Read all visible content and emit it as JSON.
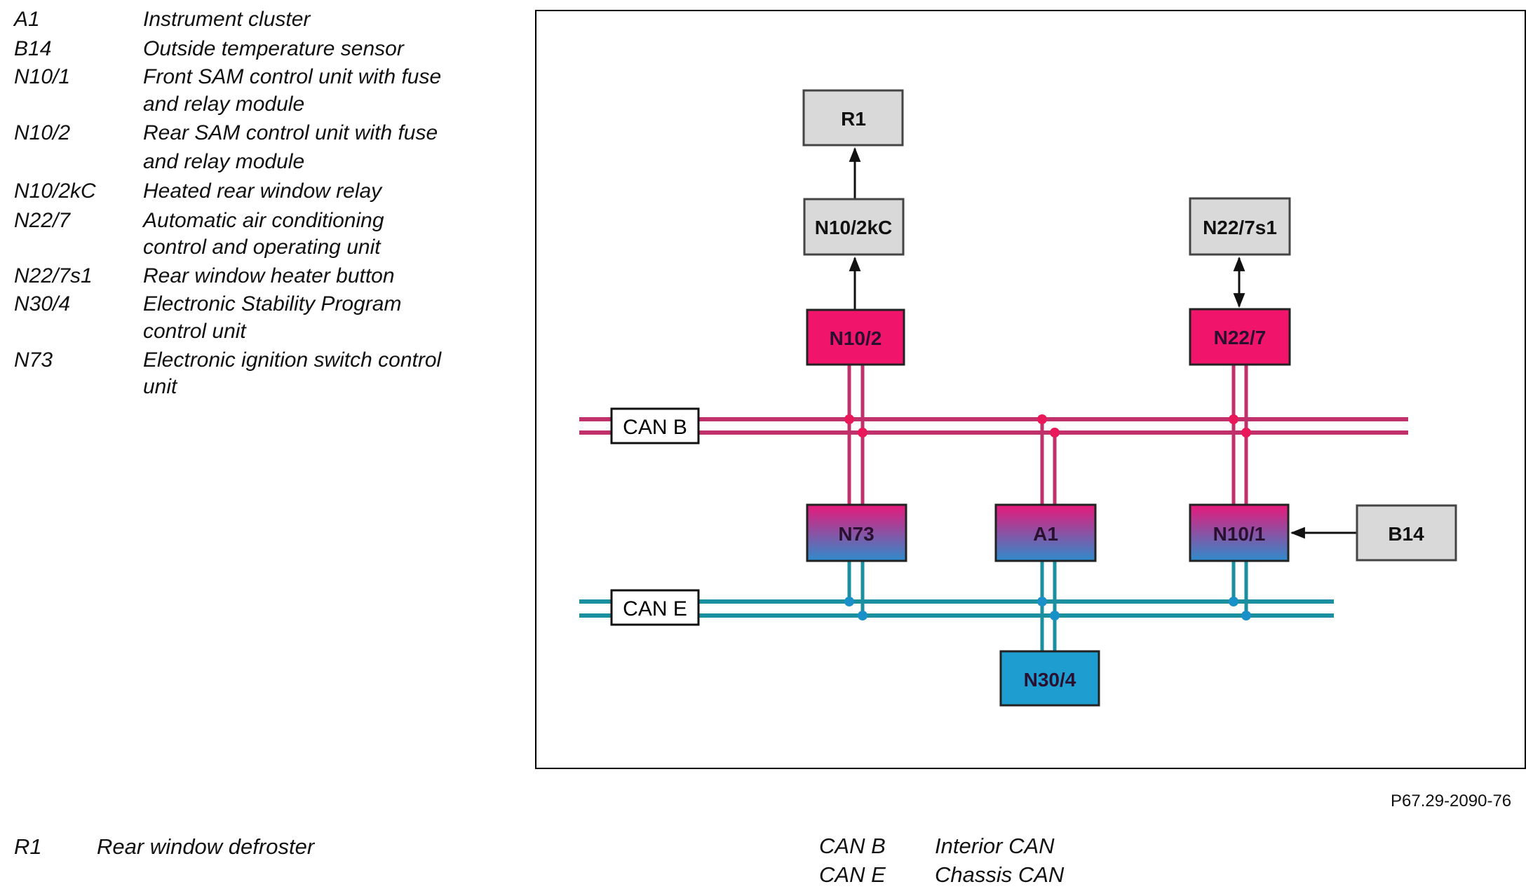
{
  "legend_top": [
    {
      "code": "A1",
      "lines": [
        "Instrument cluster"
      ]
    },
    {
      "code": "B14",
      "lines": [
        "Outside temperature sensor"
      ]
    },
    {
      "code": "N10/1",
      "lines": [
        "Front SAM control unit with fuse",
        "and relay module"
      ]
    },
    {
      "code": "N10/2",
      "lines": [
        "Rear SAM control unit with fuse",
        "and relay module"
      ]
    },
    {
      "code": "N10/2kC",
      "lines": [
        "Heated rear window relay"
      ]
    },
    {
      "code": "N22/7",
      "lines": [
        "Automatic air conditioning",
        "control and operating unit"
      ]
    },
    {
      "code": "N22/7s1",
      "lines": [
        "Rear window heater button"
      ]
    },
    {
      "code": "N30/4",
      "lines": [
        "Electronic Stability Program",
        "control unit"
      ]
    },
    {
      "code": "N73",
      "lines": [
        "Electronic ignition switch control",
        "unit"
      ]
    }
  ],
  "diagram": {
    "colors": {
      "can_b": "#c0306a",
      "can_b_dot": "#e8185a",
      "can_e": "#1a8fa0",
      "can_e_dot": "#1a90c8",
      "node_gray": "#d9d9d9",
      "node_pink": "#f0146a",
      "node_grad_top": "#e8187a",
      "node_grad_bottom": "#2e8ccc",
      "node_blue": "#1e9ed0",
      "border": "#222222"
    },
    "buses": {
      "can_b_label": "CAN B",
      "can_e_label": "CAN E"
    },
    "nodes": {
      "r1": "R1",
      "n10_2kc": "N10/2kC",
      "n10_2": "N10/2",
      "n22_7s1": "N22/7s1",
      "n22_7": "N22/7",
      "n73": "N73",
      "a1": "A1",
      "n10_1": "N10/1",
      "b14": "B14",
      "n30_4": "N30/4"
    }
  },
  "figure_id": "P67.29-2090-76",
  "legend_bottom_left": {
    "code": "R1",
    "desc": "Rear window defroster"
  },
  "legend_bottom_right": [
    {
      "code": "CAN B",
      "desc": "Interior CAN"
    },
    {
      "code": "CAN E",
      "desc": "Chassis CAN"
    }
  ]
}
